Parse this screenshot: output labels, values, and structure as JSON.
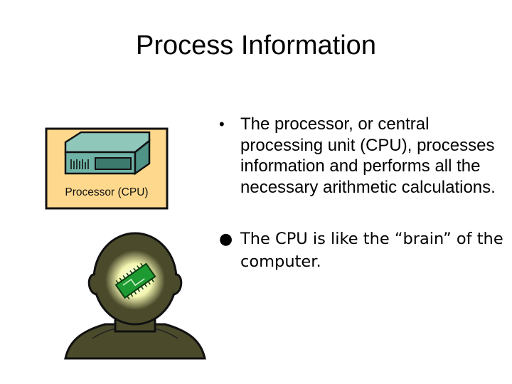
{
  "slide": {
    "title": "Process Information",
    "cpu_card_label": "Processor (CPU)",
    "bullets": [
      {
        "symbol": "•",
        "text": "The processor, or central processing unit (CPU), processes information and performs all the necessary arithmetic calculations."
      },
      {
        "symbol": "●",
        "text": "The CPU is like the “brain” of the computer."
      }
    ]
  },
  "colors": {
    "card_fill": "#fed98d",
    "device_fill": "#6fb3a6",
    "chip_green": "#1e9a32",
    "head_fill": "#4b4b2c",
    "glow": "#f4f6b0"
  }
}
